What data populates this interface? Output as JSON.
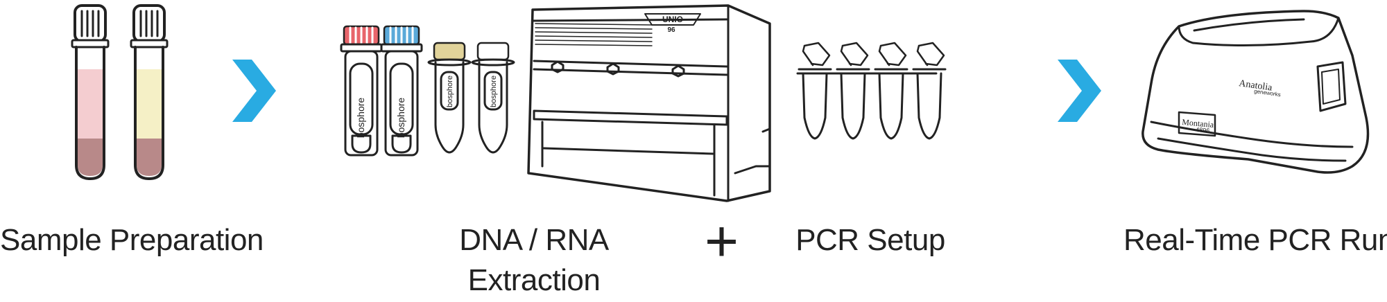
{
  "steps": [
    {
      "label": "Sample Preparation"
    },
    {
      "label_line1": "DNA / RNA",
      "label_line2": "Extraction"
    },
    {
      "label": "PCR Setup"
    },
    {
      "label": "Real-Time PCR Run"
    }
  ],
  "connectors": {
    "plus": "+"
  },
  "brand": {
    "tube_brand": "bosphore",
    "extractor_model": "UNIO",
    "extractor_capacity": "96",
    "cycler_brand": "Anatolia",
    "cycler_brand_sub": "geneworks",
    "cycler_model": "Montania",
    "cycler_model_num": "4896"
  },
  "icons": {
    "arrow_1": "chevron-right-icon",
    "arrow_2": "chevron-right-icon"
  },
  "colors": {
    "arrow": "#29abe2",
    "outline": "#222222",
    "plasma_pink": "#f4cdd0",
    "plasma_yellow": "#f5f0c6",
    "blood": "#b88989",
    "cap_red": "#e8656b",
    "cap_blue": "#5aa9d9",
    "cap_khaki": "#e1d39a"
  }
}
